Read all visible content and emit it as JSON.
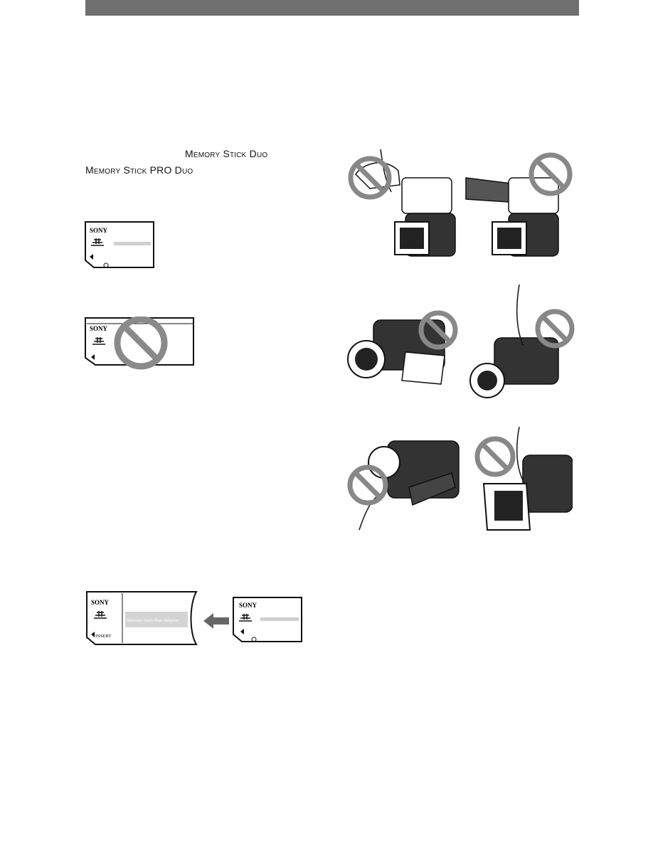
{
  "header": {
    "bar_color": "#6f6f6f"
  },
  "memory_stick": {
    "line1": "Memory Stick Duo",
    "line2": "Memory Stick PRO Duo"
  },
  "card_duo": {
    "brand": "SONY"
  },
  "card_standard": {
    "brand": "SONY"
  },
  "adapter": {
    "brand": "SONY",
    "label": "Memory Stick Duo Adaptor",
    "insert": "INSERT"
  },
  "card_small": {
    "brand": "SONY"
  },
  "icons": {
    "prohibited": "prohibited-icon",
    "arrow": "arrow-left-icon",
    "camcorder": "camcorder-icon"
  }
}
